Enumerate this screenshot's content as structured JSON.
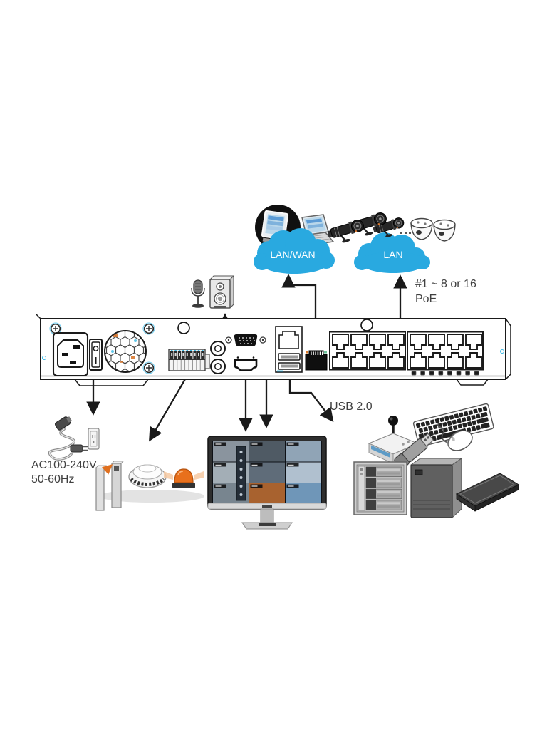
{
  "clouds": {
    "wan": {
      "label": "LAN/WAN"
    },
    "lan": {
      "label": "LAN"
    }
  },
  "notes": {
    "poe_line1": "#1 ~ 8 or 16",
    "poe_line2": "PoE",
    "usb": "USB 2.0",
    "power_line1": "AC100-240V",
    "power_line2": "50-60Hz"
  },
  "panel": {
    "poe_port_count": 16,
    "poe_port_groups": 2,
    "ethernet_ports": 1,
    "usb_ports": 2,
    "status_led_count": 8
  },
  "colors": {
    "cloud": "#29a9e0",
    "diagram_line": "#1a1a1a",
    "accent_orange": "#e0701f",
    "note_text": "#404040",
    "cyan_accent": "#39b9e5"
  }
}
